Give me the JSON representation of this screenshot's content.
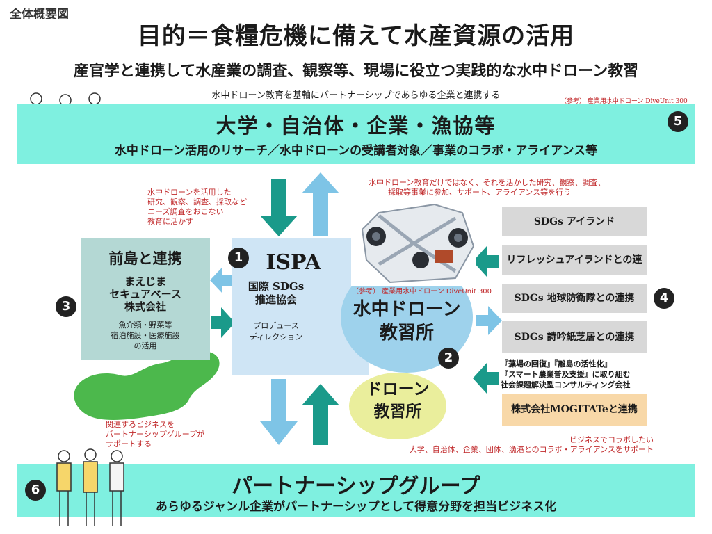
{
  "header": {
    "overview_tag": "全体概要図",
    "main_title": "目的＝食糧危機に備えて水産資源の活用",
    "subtitle": "産官学と連携して水産業の調査、観察等、現場に役立つ実践的な水中ドローン教習",
    "note": "水中ドローン教育を基軸にパートナーシップであらゆる企業と連携する",
    "ref_caption": "（参考） 産業用水中ドローン DiveUnit 300"
  },
  "top_band": {
    "title": "大学・自治体・企業・漁協等",
    "subtitle": "水中ドローン活用のリサーチ／水中ドローンの受講者対象／事業のコラボ・アライアンス等",
    "number": "5"
  },
  "annotations": {
    "left_top": [
      "水中ドローンを活用した",
      "研究、観察、調査、採取など",
      "ニーズ調査をおこない",
      "教育に活かす"
    ],
    "right_top": [
      "水中ドローン教育だけではなく、それを活かした研究、観察、調査、",
      "採取等事業に参加、サポート、アライアンス等を行う"
    ],
    "left_bottom": [
      "関連するビジネスを",
      "パートナーシップグループが",
      "サポートする"
    ],
    "right_bottom": [
      "ビジネスでコラボしたい",
      "大学、自治体、企業、団体、漁港とのコラボ・アライアンスをサポート"
    ]
  },
  "maejima": {
    "number": "3",
    "title": "前島と連携",
    "company": [
      "まえじま",
      "セキュアベース",
      "株式会社"
    ],
    "details": [
      "魚介類・野菜等",
      "宿泊施設・医療施設",
      "の活用"
    ]
  },
  "ispa": {
    "number": "1",
    "title": "ISPA",
    "org": [
      "国際 SDGs",
      "推進協会"
    ],
    "roles": [
      "プロデュース",
      "ディレクション"
    ]
  },
  "underwater_school": {
    "number": "2",
    "caption": "（参考） 産業用水中ドローン DiveUnit 300",
    "title_1": "水中ドローン",
    "title_2": "教習所"
  },
  "drone_school": {
    "title_1": "ドローン",
    "title_2": "教習所"
  },
  "sdgs": {
    "number": "4",
    "items": [
      "SDGs アイランド",
      "リフレッシュアイランドとの連携",
      "SDGs 地球防衛隊との連携",
      "SDGs 詩吟紙芝居との連携"
    ]
  },
  "mogitate": {
    "description": [
      "『藻場の回復』『離島の活性化』",
      "『スマート農業普及支援』に取り組む",
      "社会課題解決型コンサルティング会社"
    ],
    "label": "株式会社MOGITATeと連携"
  },
  "bottom_band": {
    "number": "6",
    "title": "パートナーシップグループ",
    "subtitle": "あらゆるジャンル企業がパートナーシップとして得意分野を担当ビジネス化"
  },
  "colors": {
    "band": "#7ff0e0",
    "maejima_box": "#b4d8d4",
    "ispa_box": "#cfe5f5",
    "underwater_circle": "#9ed2ec",
    "drone_circle": "#eaee9c",
    "arrow_teal": "#1a9a8a",
    "arrow_blue": "#7ec4e6",
    "island_green": "#4cb84c",
    "annotation_red": "#c0282a"
  }
}
